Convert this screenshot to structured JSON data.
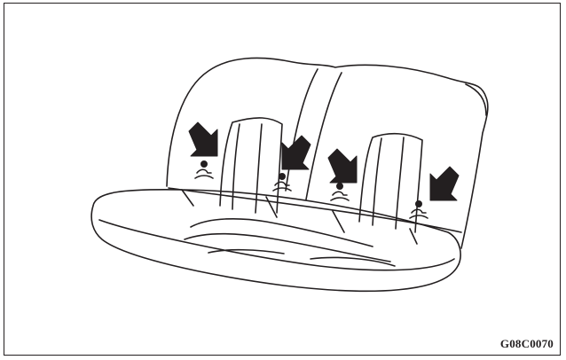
{
  "figure": {
    "code": "G08C0070",
    "subject": "rear-bench-seat",
    "callouts": [
      {
        "id": "outer-left-anchor",
        "icon": "arrow-icon"
      },
      {
        "id": "center-left-anchor",
        "icon": "arrow-icon"
      },
      {
        "id": "center-right-anchor",
        "icon": "arrow-icon"
      },
      {
        "id": "outer-right-anchor",
        "icon": "arrow-icon"
      }
    ],
    "anchor_symbol": "child-seat-anchor-icon",
    "colors": {
      "line": "#231f20",
      "fill": "#ffffff"
    }
  }
}
